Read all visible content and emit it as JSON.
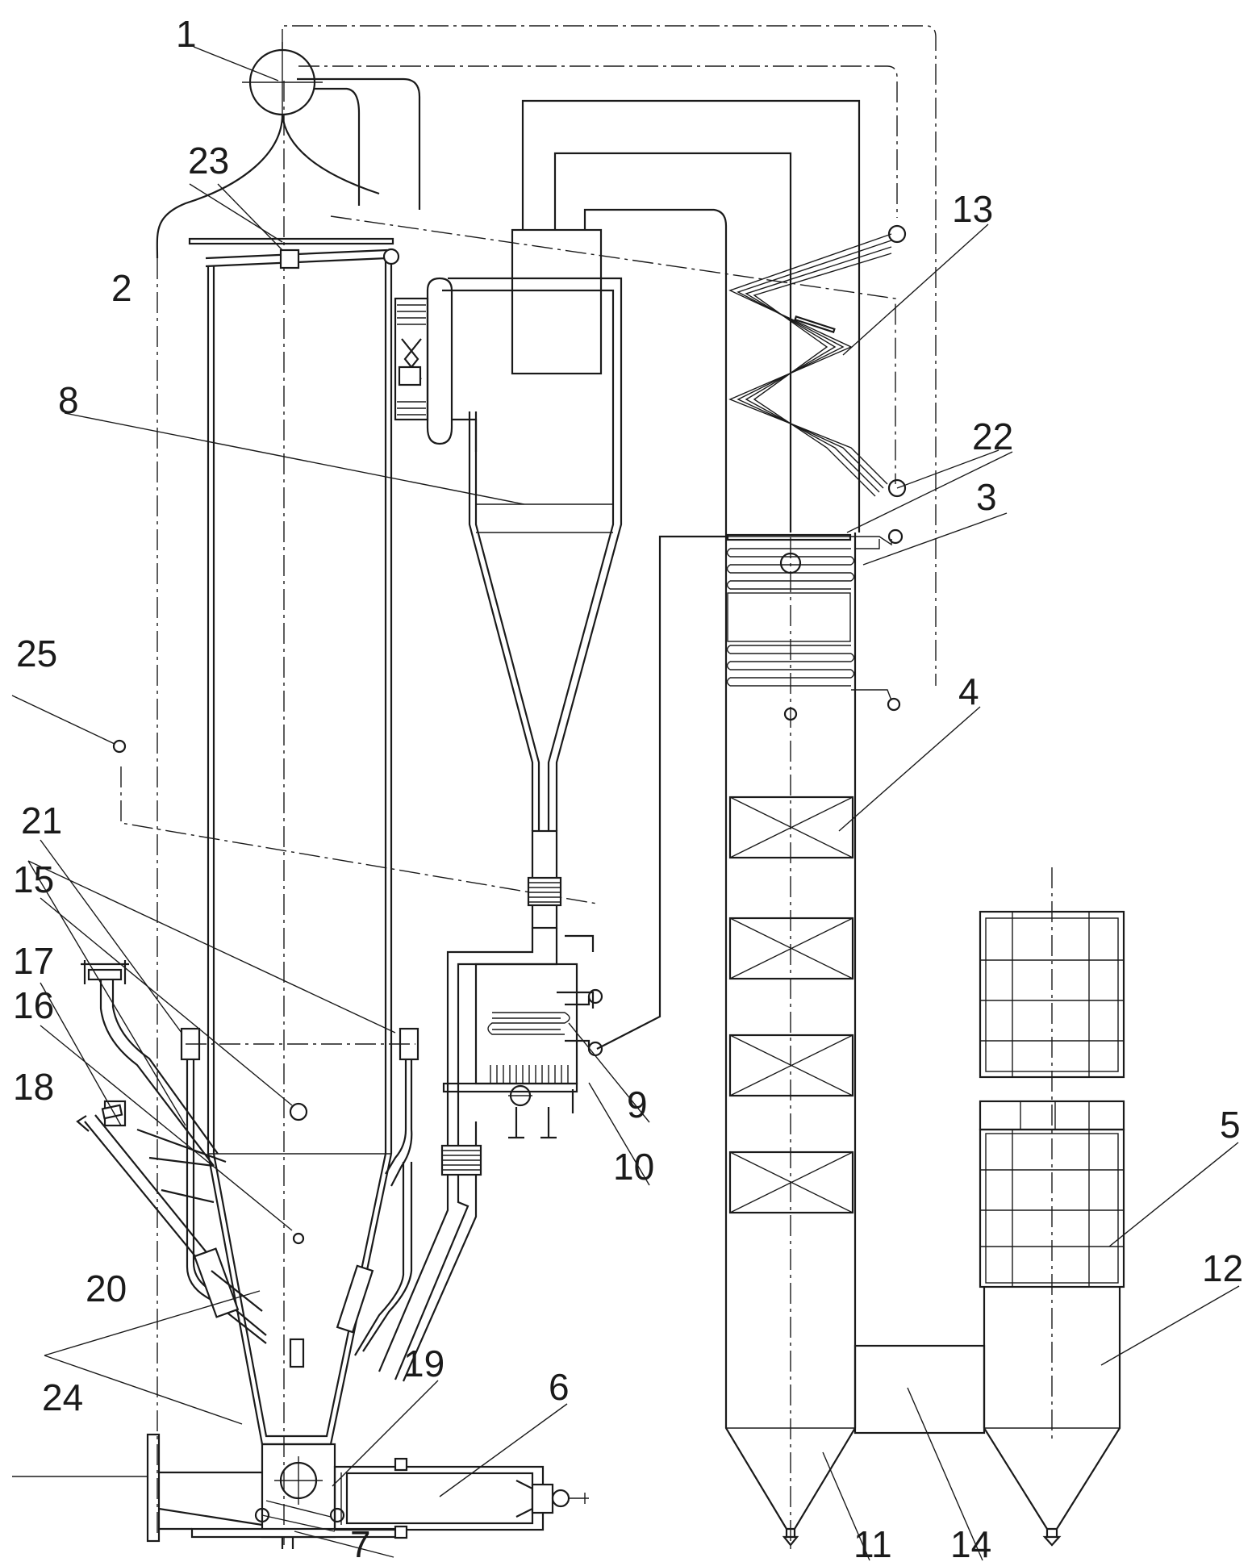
{
  "labels": [
    {
      "id": "1",
      "text": "1"
    },
    {
      "id": "2",
      "text": "2"
    },
    {
      "id": "3",
      "text": "3"
    },
    {
      "id": "4",
      "text": "4"
    },
    {
      "id": "5",
      "text": "5"
    },
    {
      "id": "6",
      "text": "6"
    },
    {
      "id": "7",
      "text": "7"
    },
    {
      "id": "8",
      "text": "8"
    },
    {
      "id": "9",
      "text": "9"
    },
    {
      "id": "10",
      "text": "10"
    },
    {
      "id": "11",
      "text": "11"
    },
    {
      "id": "12",
      "text": "12"
    },
    {
      "id": "13",
      "text": "13"
    },
    {
      "id": "14",
      "text": "14"
    },
    {
      "id": "15",
      "text": "15"
    },
    {
      "id": "16",
      "text": "16"
    },
    {
      "id": "17",
      "text": "17"
    },
    {
      "id": "18",
      "text": "18"
    },
    {
      "id": "19",
      "text": "19"
    },
    {
      "id": "20",
      "text": "20"
    },
    {
      "id": "21",
      "text": "21"
    },
    {
      "id": "22",
      "text": "22"
    },
    {
      "id": "23",
      "text": "23"
    },
    {
      "id": "24",
      "text": "24"
    },
    {
      "id": "25",
      "text": "25"
    }
  ]
}
